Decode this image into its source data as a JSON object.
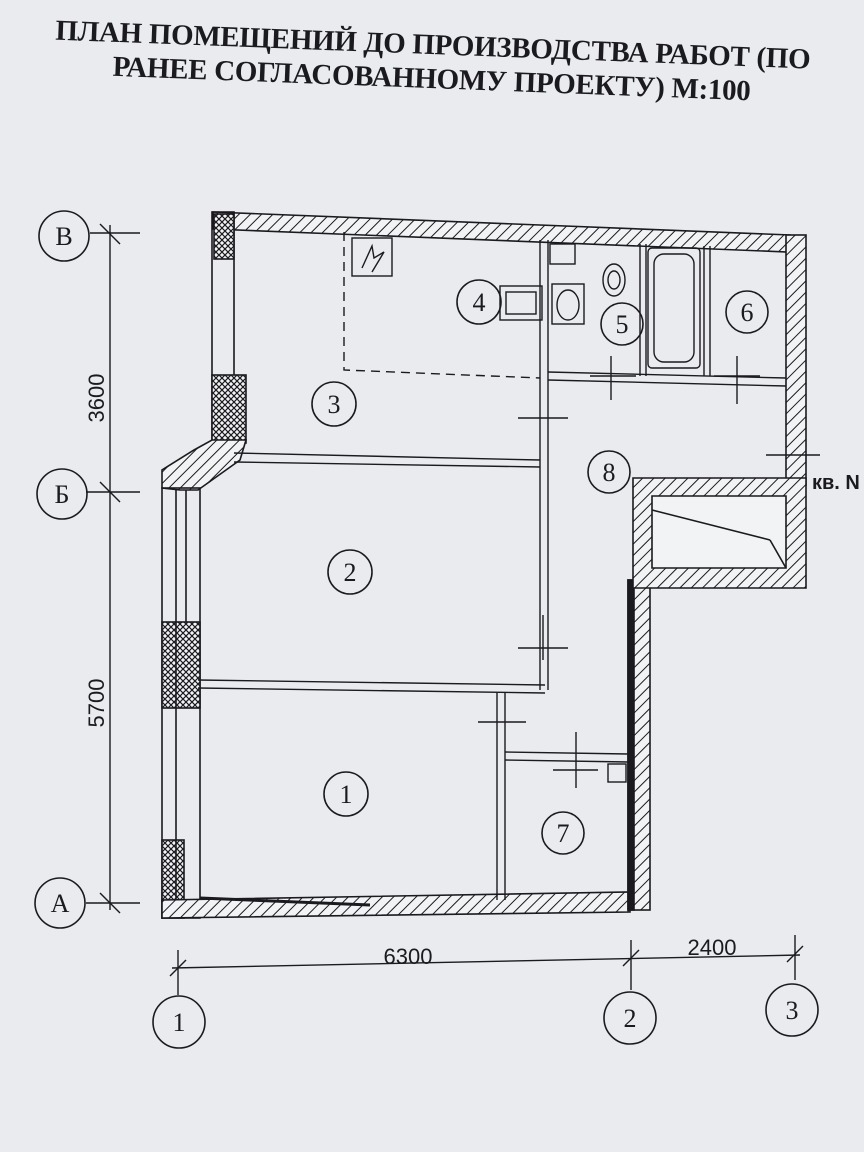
{
  "title": {
    "line1": "ПЛАН ПОМЕЩЕНИЙ ДО ПРОИЗВОДСТВА РАБОТ (ПО",
    "line2": "РАНЕЕ СОГЛАСОВАННОМУ ПРОЕКТУ) М:100"
  },
  "axes_rows": [
    "В",
    "Б",
    "А"
  ],
  "axes_cols": [
    "1",
    "2",
    "3"
  ],
  "dimensions": {
    "vertical_top": "3600",
    "vertical_bottom": "5700",
    "horizontal_left": "6300",
    "horizontal_right": "2400"
  },
  "rooms": [
    "1",
    "2",
    "3",
    "4",
    "5",
    "6",
    "7",
    "8"
  ],
  "side_note": "кв. N",
  "colors": {
    "wall": "#1b1b1f",
    "paper": "#e9ebef"
  }
}
